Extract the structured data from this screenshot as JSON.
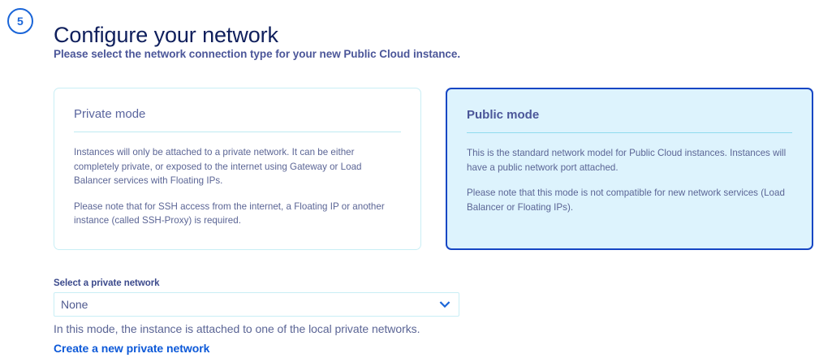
{
  "header": {
    "step_number": "5",
    "title": "Configure your network",
    "subtitle": "Please select the network connection type for your new Public Cloud instance."
  },
  "modes": [
    {
      "id": "private",
      "title": "Private mode",
      "selected": false,
      "paragraphs": [
        "Instances will only be attached to a private network. It can be either completely private, or exposed to the internet using Gateway or Load Balancer services with Floating IPs.",
        "Please note that for SSH access from the internet, a Floating IP or another instance (called SSH-Proxy) is required."
      ]
    },
    {
      "id": "public",
      "title": "Public mode",
      "selected": true,
      "paragraphs": [
        "This is the standard network model for Public Cloud instances. Instances will have a public network port attached.",
        "Please note that this mode is not compatible for new network services (Load Balancer or Floating IPs)."
      ]
    }
  ],
  "network_field": {
    "label": "Select a private network",
    "selected_value": "None",
    "options": [
      "None"
    ],
    "chevron_icon": "chevron-down-icon",
    "help_text": "In this mode, the instance is attached to one of the local private networks.",
    "create_link": "Create a new private network"
  },
  "colors": {
    "title_navy": "#0f1f5c",
    "subtitle_slate": "#4b5699",
    "accent_blue": "#1a65d8",
    "selected_border": "#1646c4",
    "selected_fill": "#ddf3fd",
    "card_border": "#c9eef5",
    "link_blue": "#0d59d8",
    "body_text": "#5b6595"
  }
}
